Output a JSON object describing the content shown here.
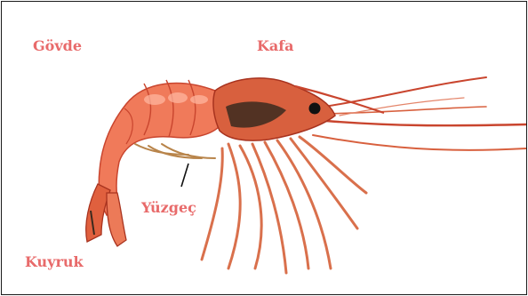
{
  "labels": {
    "body": "Gövde",
    "head": "Kafa",
    "fin": "Yüzgeç",
    "tail": "Kuyruk"
  },
  "colors": {
    "label": "#e86a6a",
    "shell": "#f07a5a",
    "shell_dark": "#c9452e",
    "carapace": "#d8603e",
    "head_shadow": "#3b2a1e",
    "leg": "#d9704c",
    "eye": "#111111"
  }
}
